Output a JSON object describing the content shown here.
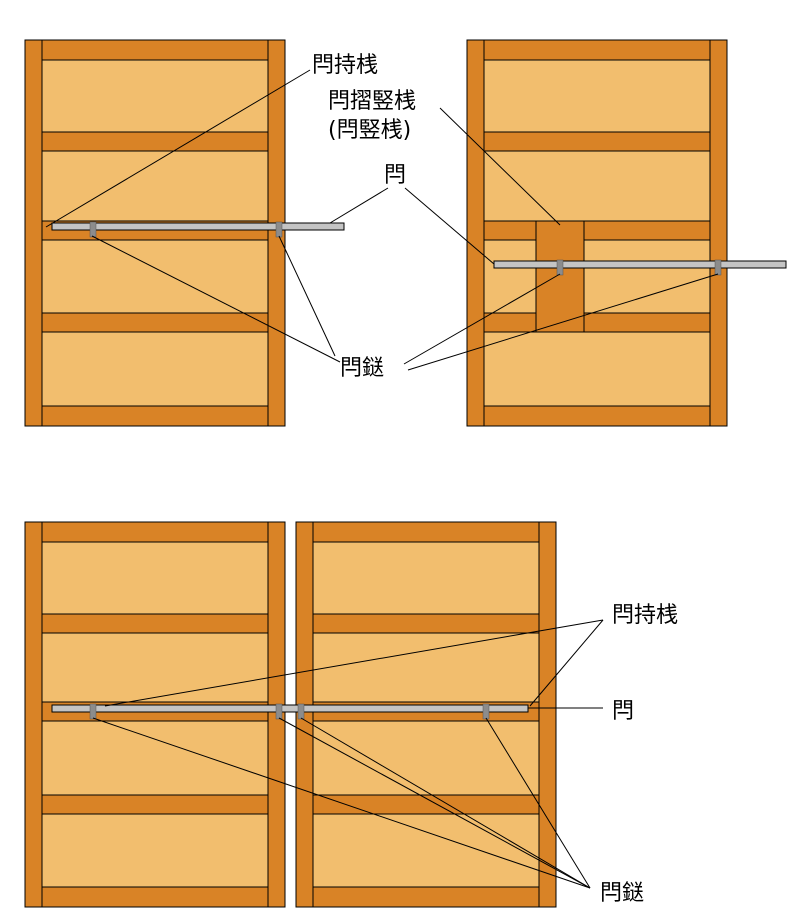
{
  "labels": {
    "kannuki_mochi_zan": "閂持桟",
    "kannuki_zuri_tate_zan": "閂摺竪桟",
    "kannuki_tate_zan_paren": "(閂竪桟)",
    "kannuki": "閂",
    "kannuki_kasugai": "閂鎹"
  },
  "colors": {
    "panel": "#F2BE6E",
    "frame": "#D98326",
    "bar": "#C4C4C4",
    "staple": "#8C8C8C",
    "outline": "#000000"
  }
}
